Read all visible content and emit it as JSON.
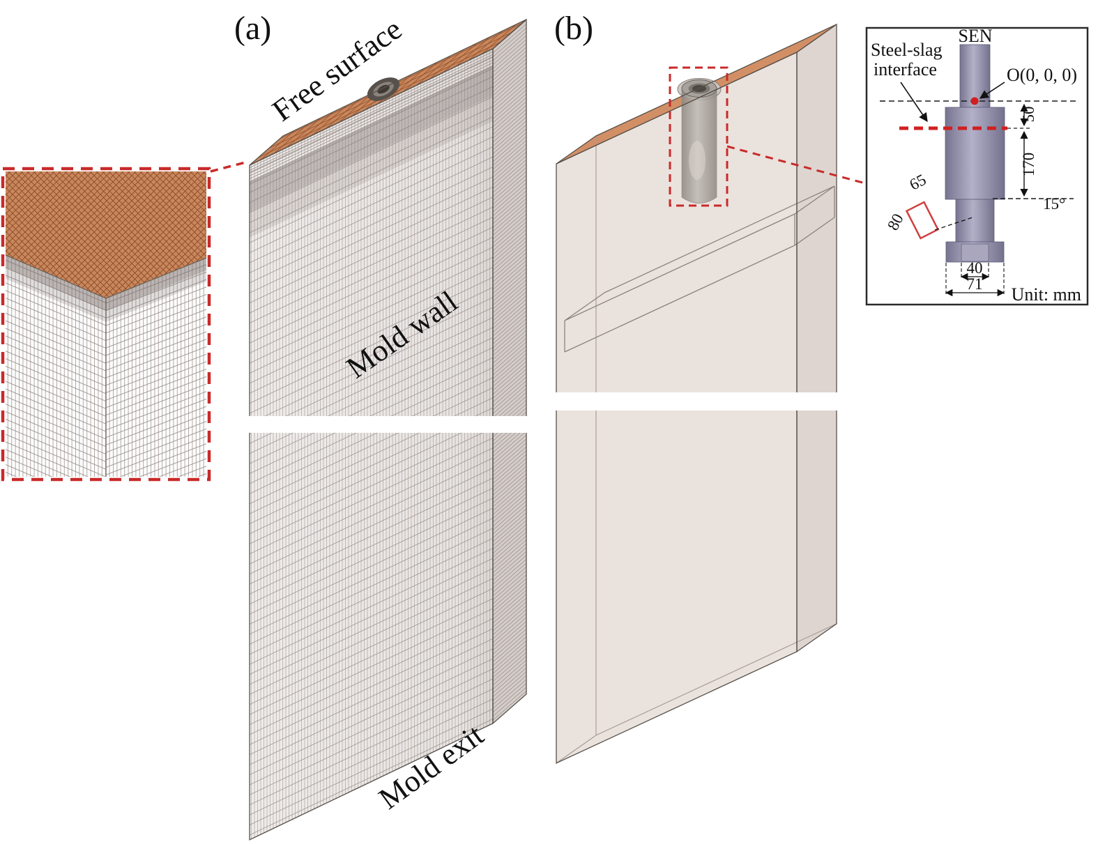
{
  "colors": {
    "free_surface_orange": "#c9875c",
    "mesh_line_gray": "#a79d99",
    "slab_face_pink": "#eae2dd",
    "highlight_red": "#c92a2a",
    "sen_body_purple": "#8f8cab"
  },
  "panel_a": {
    "label": "(a)",
    "annotations": {
      "free_surface": "Free surface",
      "mold_wall": "Mold wall",
      "mold_exit": "Mold exit"
    }
  },
  "panel_b": {
    "label": "(b)"
  },
  "sen_inset": {
    "title": "SEN",
    "interface_label_line1": "Steel-slag",
    "interface_label_line2": "interface",
    "origin_label": "O(0, 0, 0)",
    "dims": {
      "d50": "50",
      "d170": "170",
      "angle": "15°",
      "d65": "65",
      "d80": "80",
      "d40": "40",
      "d71": "71"
    },
    "unit_label": "Unit: mm"
  }
}
